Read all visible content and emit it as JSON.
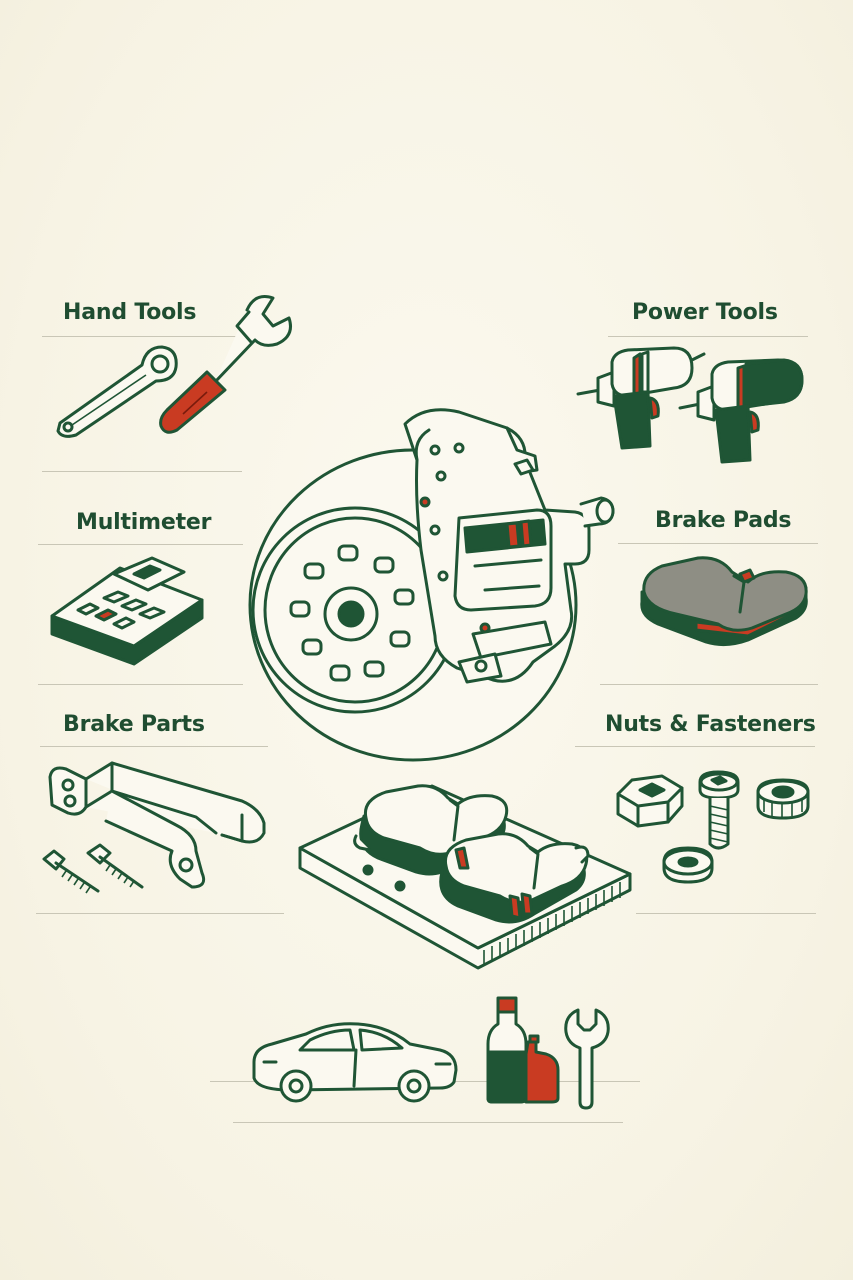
{
  "labels": {
    "hand_tools": "Hand Tools",
    "power_tools": "Power Tools",
    "multimeter": "Multimeter",
    "brake_pads": "Brake Pads",
    "brake_parts": "Brake Parts",
    "nuts_fasteners": "Nuts & Fasteners"
  },
  "colors": {
    "background": "#f9f6ea",
    "ink_green": "#1f5535",
    "accent_red": "#c93b22",
    "pad_gray": "#8e8e84",
    "rule_gray": "#c9c6b6"
  },
  "icons": {
    "hand_tools": [
      "ring-spanner-icon",
      "adjustable-wrench-icon"
    ],
    "power_tools": [
      "impact-drill-icon",
      "impact-drill-icon"
    ],
    "multimeter": [
      "multimeter-icon"
    ],
    "brake_pads": [
      "brake-pad-set-icon"
    ],
    "brake_parts": [
      "brake-bracket-icon",
      "bolt-icon"
    ],
    "nuts_fasteners": [
      "hex-nut-icon",
      "bolt-icon",
      "washer-icon",
      "flange-nut-icon"
    ],
    "center": [
      "brake-disc-caliper-icon",
      "brake-pads-on-board-icon"
    ],
    "bottom": [
      "car-icon",
      "brake-fluid-bottle-icon",
      "wrench-icon"
    ]
  }
}
